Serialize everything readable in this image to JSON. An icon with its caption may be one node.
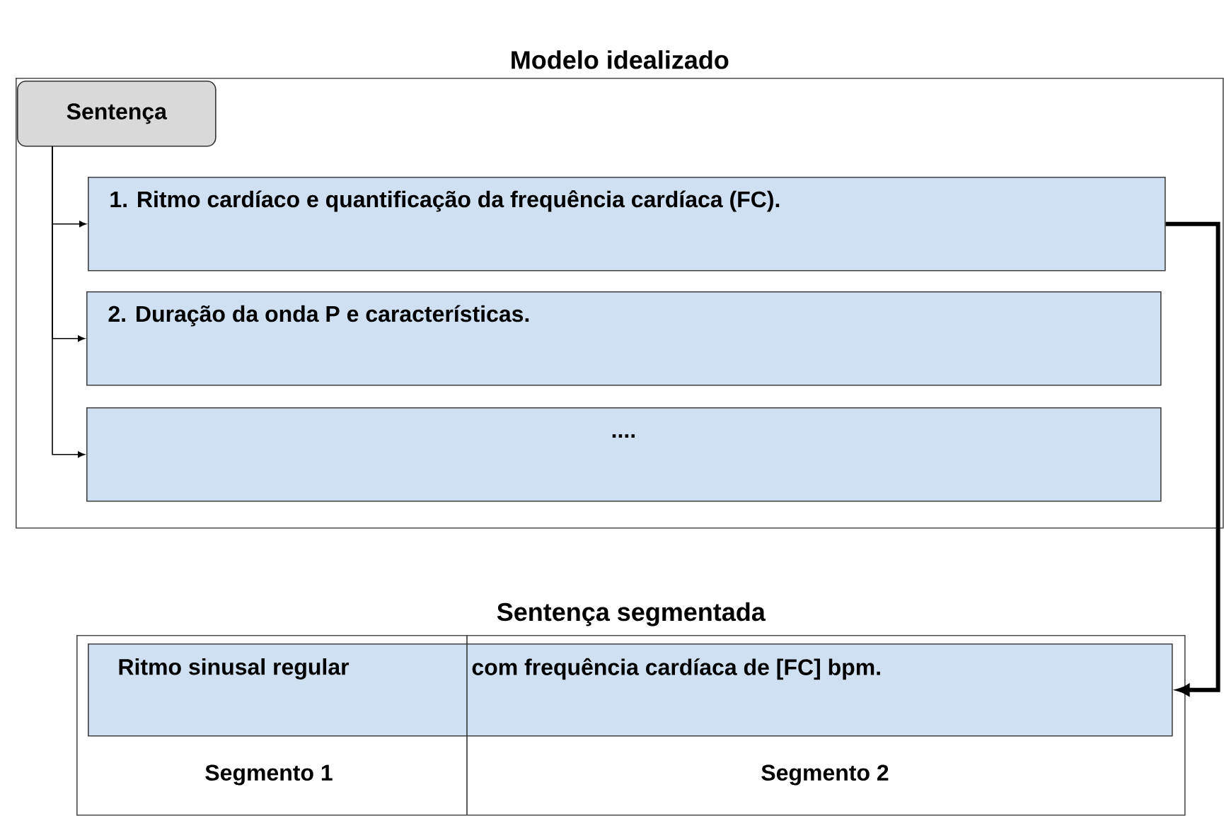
{
  "diagram": {
    "nodes": [
      {
        "text": [
          "Modelo idealizado"
        ]
      },
      {
        "text": [
          "Sentença"
        ],
        "in": 0
      },
      {
        "text": [
          "1. Ritmo cardíaco e quantificação da frequência cardíaca (FC)."
        ],
        "in": 0
      },
      {
        "text": [
          "2. Duração da onda P e características."
        ],
        "in": 0
      },
      {
        "text": [
          "...."
        ],
        "in": 0
      },
      {
        "text": [
          "Sentença segmentada"
        ]
      },
      {
        "text": [
          "Ritmo sinusal regular",
          "com frequência cardíaca de [FC] bpm."
        ],
        "in": 5
      }
    ],
    "edges": [
      {
        "from": 1,
        "to": 2,
        "arrow": "to"
      },
      {
        "from": 1,
        "to": 3,
        "arrow": "to"
      },
      {
        "from": 1,
        "to": 4,
        "arrow": "to"
      },
      {
        "from": 2,
        "to": 6,
        "arrow": "to",
        "style": "thick"
      }
    ],
    "labels": [
      "Segmento 1",
      "Segmento 2"
    ]
  }
}
